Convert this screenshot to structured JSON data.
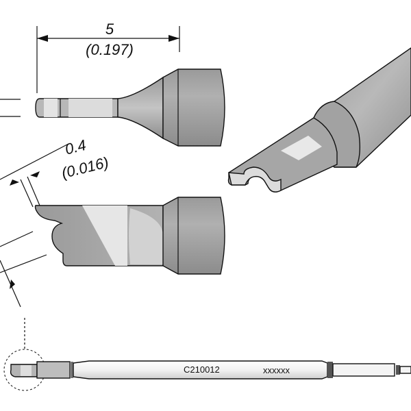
{
  "dimensions": {
    "length": {
      "value": "5",
      "inch": "(0.197)"
    },
    "thickness": {
      "value": "0.4",
      "inch": "(0.016)"
    }
  },
  "tip": {
    "part_number": "C210012",
    "marking": "xxxxxx"
  },
  "colors": {
    "metal_dark": "#8a8a8a",
    "metal_mid": "#b5b5b5",
    "metal_light": "#e6e6e6",
    "band": "#555555",
    "outline": "#111111"
  }
}
